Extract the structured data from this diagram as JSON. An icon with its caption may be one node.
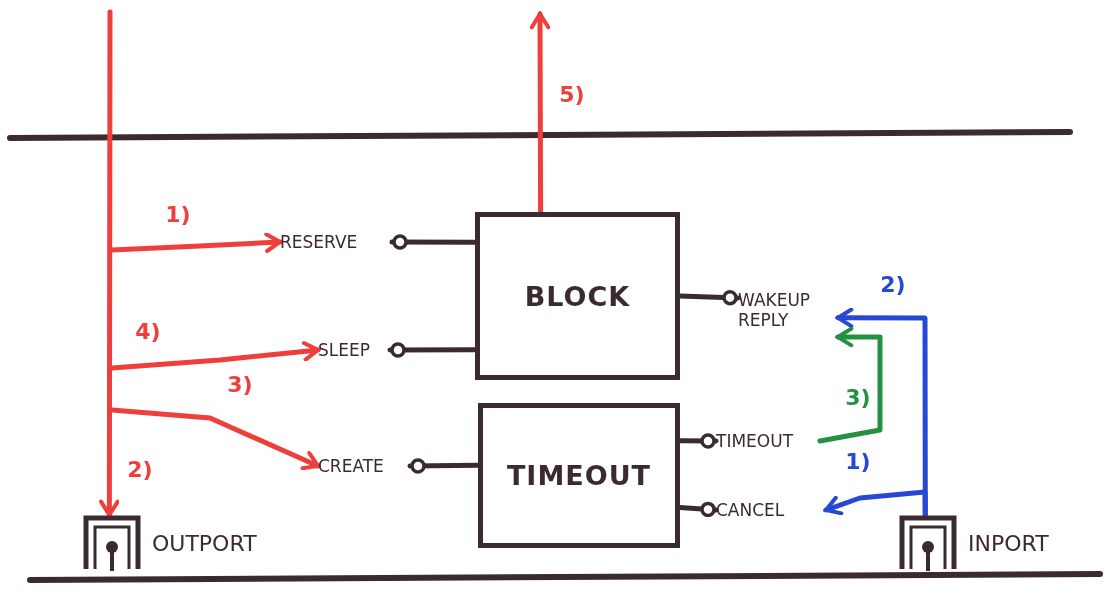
{
  "diagram": {
    "nodes": [
      {
        "text": [
          "BLOCK"
        ]
      },
      {
        "text": [
          "TIMEOUT"
        ]
      },
      {
        "text": [
          "RESERVE"
        ]
      },
      {
        "text": [
          "SLEEP"
        ]
      },
      {
        "text": [
          "CREATE"
        ]
      },
      {
        "text": [
          "WAKEUP REPLY"
        ]
      },
      {
        "text": [
          "TIMEOUT"
        ]
      },
      {
        "text": [
          "CANCEL"
        ]
      },
      {
        "text": [
          "OUTPORT"
        ]
      },
      {
        "text": [
          "INPORT"
        ]
      }
    ],
    "edges": [
      {
        "from": null,
        "to": 8,
        "arrow": "to",
        "label": "2)",
        "color": "#ee3f3a"
      },
      {
        "from": null,
        "to": 2,
        "arrow": "to",
        "label": "1)",
        "color": "#ee3f3a"
      },
      {
        "from": null,
        "to": 3,
        "arrow": "to",
        "label": "4)",
        "color": "#ee3f3a"
      },
      {
        "from": null,
        "to": 4,
        "arrow": "to",
        "label": "3)",
        "color": "#ee3f3a"
      },
      {
        "from": 0,
        "to": null,
        "arrow": "to",
        "label": "5)",
        "color": "#ee3f3a"
      },
      {
        "from": 2,
        "to": 0,
        "arrow": "other"
      },
      {
        "from": 3,
        "to": 0,
        "arrow": "other"
      },
      {
        "from": 4,
        "to": 1,
        "arrow": "other"
      },
      {
        "from": 5,
        "to": 0,
        "arrow": "other"
      },
      {
        "from": 6,
        "to": 1,
        "arrow": "other"
      },
      {
        "from": 7,
        "to": 1,
        "arrow": "other"
      },
      {
        "from": 9,
        "to": 5,
        "arrow": "to",
        "label": "2)",
        "color": "#2748d4"
      },
      {
        "from": 9,
        "to": 7,
        "arrow": "to",
        "label": "1)",
        "color": "#2748d4"
      },
      {
        "from": 6,
        "to": 5,
        "arrow": "to",
        "label": "3)",
        "color": "#23913f"
      }
    ]
  }
}
